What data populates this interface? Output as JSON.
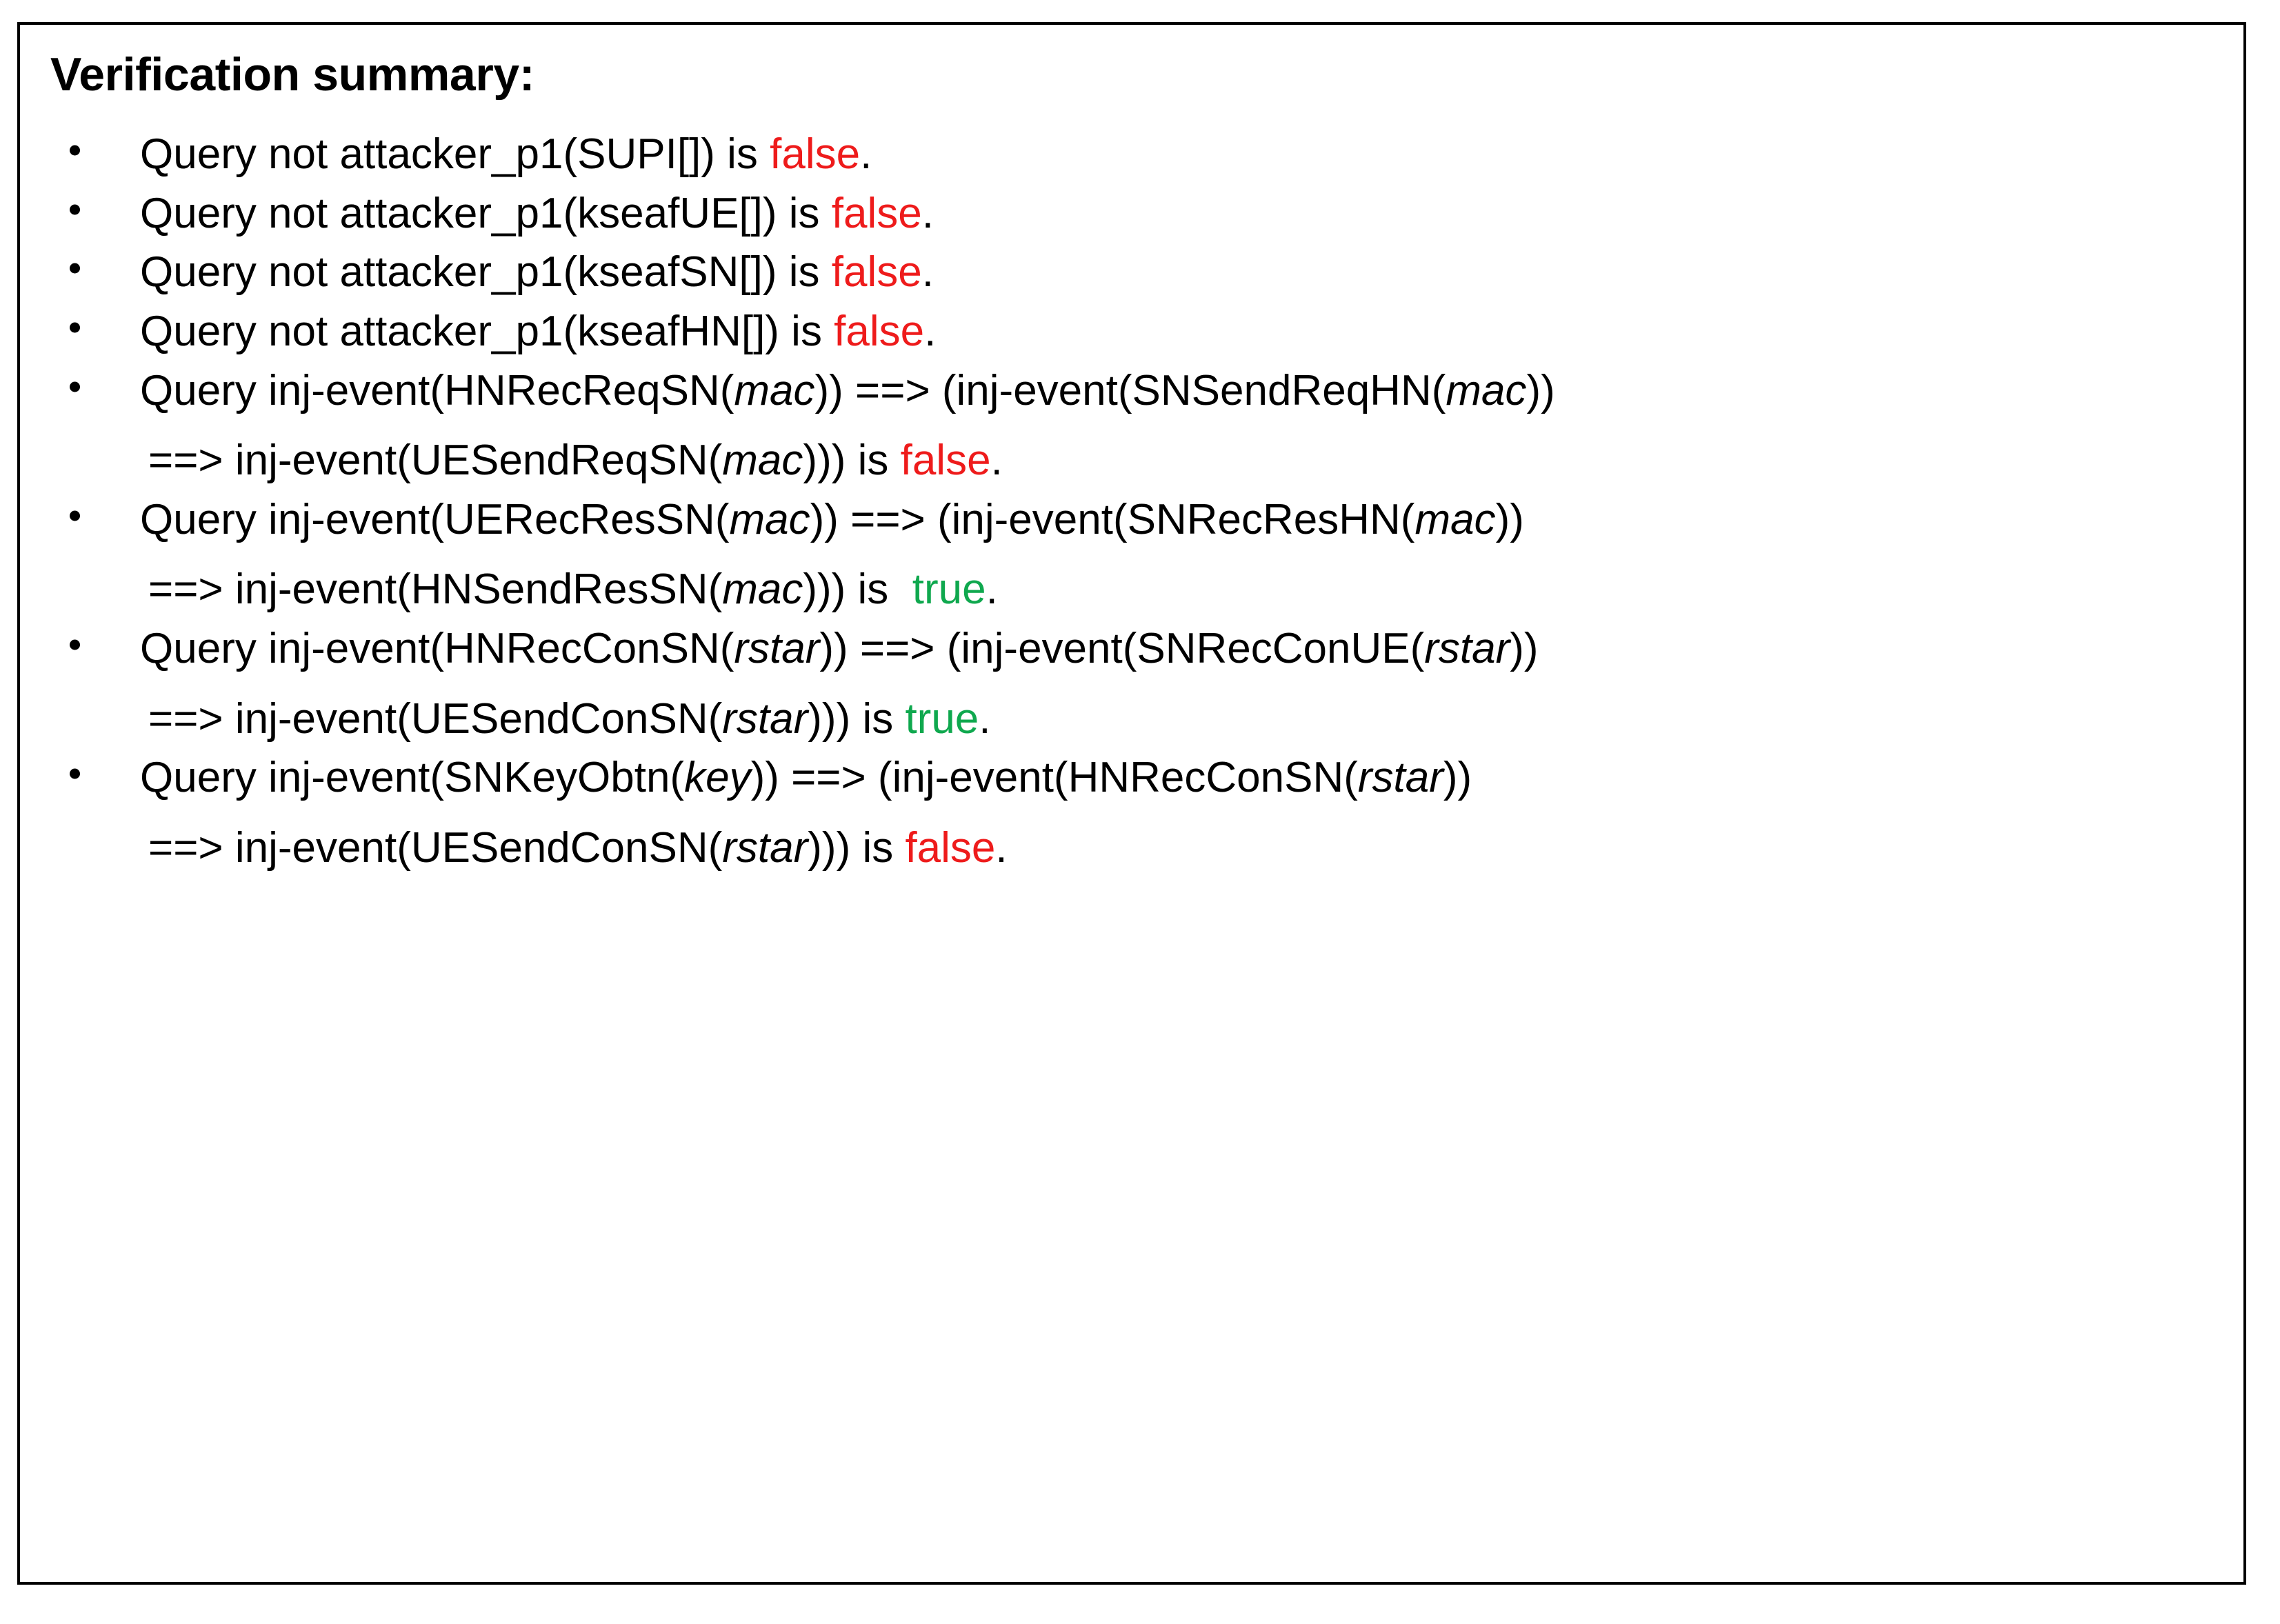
{
  "panel": {
    "title": "Verification summary:",
    "colors": {
      "false": "#EE1B1B",
      "true": "#0FA84E",
      "text": "#000000",
      "border": "#000000",
      "background": "#FFFFFF"
    },
    "bullet_glyph": "•"
  },
  "queries": [
    {
      "id": "supi-secrecy",
      "lines": [
        [
          {
            "t": "Query not attacker_p1(SUPI[]) is ",
            "s": "plain"
          },
          {
            "t": "false",
            "s": "false"
          },
          {
            "t": ".",
            "s": "plain"
          }
        ]
      ],
      "result": "false"
    },
    {
      "id": "kseafue-secrecy",
      "lines": [
        [
          {
            "t": "Query not attacker_p1(kseafUE[]) is ",
            "s": "plain"
          },
          {
            "t": "false",
            "s": "false"
          },
          {
            "t": ".",
            "s": "plain"
          }
        ]
      ],
      "result": "false"
    },
    {
      "id": "kseafsn-secrecy",
      "lines": [
        [
          {
            "t": "Query not attacker_p1(kseafSN[]) is ",
            "s": "plain"
          },
          {
            "t": "false",
            "s": "false"
          },
          {
            "t": ".",
            "s": "plain"
          }
        ]
      ],
      "result": "false"
    },
    {
      "id": "kseafhn-secrecy",
      "lines": [
        [
          {
            "t": "Query not attacker_p1(kseafHN[]) is ",
            "s": "plain"
          },
          {
            "t": "false",
            "s": "false"
          },
          {
            "t": ".",
            "s": "plain"
          }
        ]
      ],
      "result": "false"
    },
    {
      "id": "hnrecreqsn-agreement",
      "lines": [
        [
          {
            "t": "Query inj-event(HNRecReqSN(",
            "s": "plain"
          },
          {
            "t": "mac",
            "s": "param"
          },
          {
            "t": ")) ==> (inj-event(SNSendReqHN(",
            "s": "plain"
          },
          {
            "t": "mac",
            "s": "param"
          },
          {
            "t": "))",
            "s": "plain"
          }
        ],
        [
          {
            "t": "==> inj-event(UESendReqSN(",
            "s": "plain"
          },
          {
            "t": "mac",
            "s": "param"
          },
          {
            "t": "))) is ",
            "s": "plain"
          },
          {
            "t": "false",
            "s": "false"
          },
          {
            "t": ".",
            "s": "plain"
          }
        ]
      ],
      "result": "false"
    },
    {
      "id": "uerecressn-agreement",
      "lines": [
        [
          {
            "t": "Query inj-event(UERecResSN(",
            "s": "plain"
          },
          {
            "t": "mac",
            "s": "param"
          },
          {
            "t": ")) ==> (inj-event(SNRecResHN(",
            "s": "plain"
          },
          {
            "t": "mac",
            "s": "param"
          },
          {
            "t": "))",
            "s": "plain"
          }
        ],
        [
          {
            "t": "==> inj-event(HNSendResSN(",
            "s": "plain"
          },
          {
            "t": "mac",
            "s": "param"
          },
          {
            "t": "))) is  ",
            "s": "plain"
          },
          {
            "t": "true",
            "s": "true"
          },
          {
            "t": ".",
            "s": "plain"
          }
        ]
      ],
      "result": "true"
    },
    {
      "id": "hnrecconsn-agreement",
      "lines": [
        [
          {
            "t": "Query inj-event(HNRecConSN(",
            "s": "plain"
          },
          {
            "t": "rstar",
            "s": "param"
          },
          {
            "t": ")) ==> (inj-event(SNRecConUE(",
            "s": "plain"
          },
          {
            "t": "rstar",
            "s": "param"
          },
          {
            "t": "))",
            "s": "plain"
          }
        ],
        [
          {
            "t": "==> inj-event(UESendConSN(",
            "s": "plain"
          },
          {
            "t": "rstar",
            "s": "param"
          },
          {
            "t": "))) is ",
            "s": "plain"
          },
          {
            "t": "true",
            "s": "true"
          },
          {
            "t": ".",
            "s": "plain"
          }
        ]
      ],
      "result": "true"
    },
    {
      "id": "snkeyobtn-agreement",
      "lines": [
        [
          {
            "t": "Query inj-event(SNKeyObtn(",
            "s": "plain"
          },
          {
            "t": "key",
            "s": "param"
          },
          {
            "t": ")) ==> (inj-event(HNRecConSN(",
            "s": "plain"
          },
          {
            "t": "rstar",
            "s": "param"
          },
          {
            "t": "))",
            "s": "plain"
          }
        ],
        [
          {
            "t": "==> inj-event(UESendConSN(",
            "s": "plain"
          },
          {
            "t": "rstar",
            "s": "param"
          },
          {
            "t": "))) is ",
            "s": "plain"
          },
          {
            "t": "false",
            "s": "false"
          },
          {
            "t": ".",
            "s": "plain"
          }
        ]
      ],
      "result": "false"
    }
  ]
}
